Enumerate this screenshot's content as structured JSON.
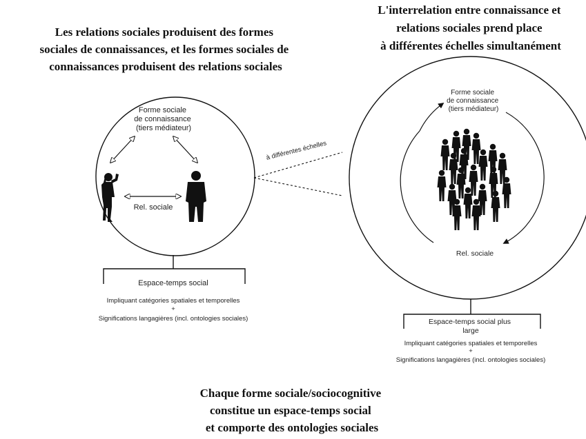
{
  "left_title": [
    "Les relations sociales produisent des formes",
    "sociales de connaissances, et les formes sociales de",
    "connaissances produisent des relations sociales"
  ],
  "right_title": [
    "L'interrelation entre connaissance et",
    "relations sociales prend place",
    "à différentes échelles simultanément"
  ],
  "left_circle": {
    "mediator_lines": [
      "Forme sociale",
      "de connaissance",
      "(tiers médiateur)"
    ],
    "relation_label": "Rel. sociale"
  },
  "left_box": {
    "title": "Espace-temps social",
    "line1": "Impliquant catégories spatiales et temporelles",
    "plus": "+",
    "line2": "Significations langagières (incl. ontologies sociales)"
  },
  "scale_label": "à différentes échelles",
  "right_circle": {
    "mediator_lines": [
      "Forme sociale",
      "de connaissance",
      "(tiers médiateur)"
    ],
    "relation_label": "Rel. sociale"
  },
  "right_box": {
    "title_lines": [
      "Espace-temps social plus",
      "large"
    ],
    "line1": "Impliquant catégories spatiales et temporelles",
    "plus": "+",
    "line2": "Significations langagières (incl. ontologies sociales)"
  },
  "bottom_caption": [
    "Chaque forme sociale/sociocognitive",
    "constitue un espace-temps social",
    "et comporte des ontologies sociales"
  ]
}
